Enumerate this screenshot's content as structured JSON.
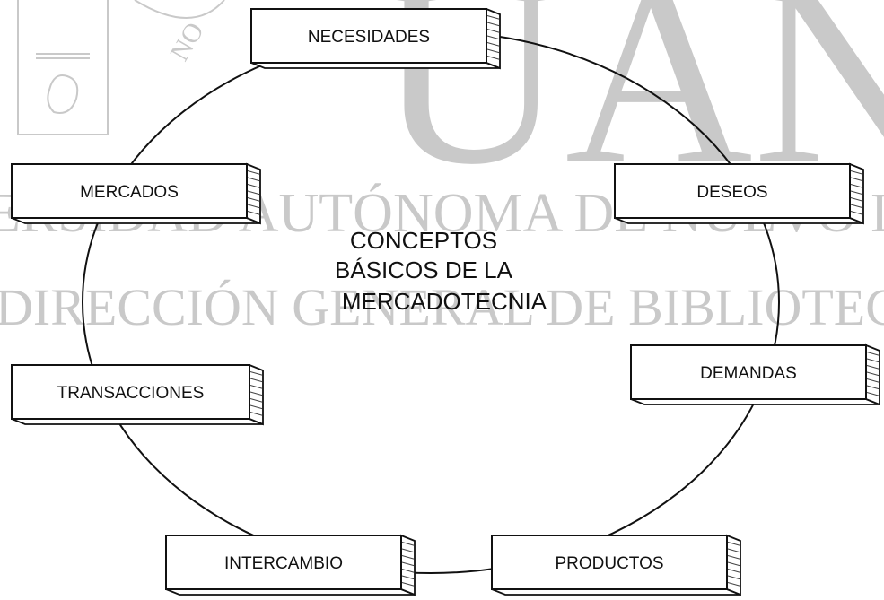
{
  "watermark": {
    "logo_text": "UANL",
    "line1": "ERSIDAD AUTÓNOMA DE NUEVO L",
    "line2": "DIRECCIÓN GENERAL DE BIBLIOTECAS",
    "seal_text": "NO"
  },
  "diagram": {
    "title_lines": [
      "CONCEPTOS",
      "BÁSICOS DE LA",
      "MERCADOTECNIA"
    ],
    "concepts": [
      {
        "id": "necesidades",
        "label": "NECESIDADES"
      },
      {
        "id": "deseos",
        "label": "DESEOS"
      },
      {
        "id": "demandas",
        "label": "DEMANDAS"
      },
      {
        "id": "productos",
        "label": "PRODUCTOS"
      },
      {
        "id": "intercambio",
        "label": "INTERCAMBIO"
      },
      {
        "id": "transacciones",
        "label": "TRANSACCIONES"
      },
      {
        "id": "mercados",
        "label": "MERCADOS"
      }
    ]
  }
}
